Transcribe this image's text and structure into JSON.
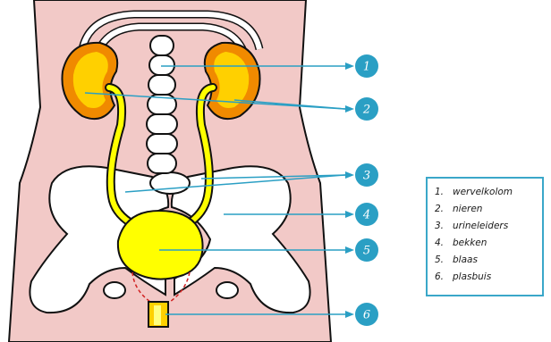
{
  "colors": {
    "skin": "#f2c9c7",
    "outline": "#111111",
    "kidney_outer": "#f08a00",
    "kidney_inner": "#ffd000",
    "urine": "#ffff00",
    "bone": "#ffffff",
    "callout": "#2a9fc4",
    "urethra_dash": "#d02020"
  },
  "callouts": [
    {
      "number": "1",
      "target": "vertebral-column"
    },
    {
      "number": "2",
      "target": "kidneys"
    },
    {
      "number": "3",
      "target": "ureters"
    },
    {
      "number": "4",
      "target": "pelvis"
    },
    {
      "number": "5",
      "target": "bladder"
    },
    {
      "number": "6",
      "target": "urethra"
    }
  ],
  "legend": {
    "items": [
      {
        "number": "1.",
        "text": "wervelkolom"
      },
      {
        "number": "2.",
        "text": "nieren"
      },
      {
        "number": "3.",
        "text": "urineleiders"
      },
      {
        "number": "4.",
        "text": "bekken"
      },
      {
        "number": "5.",
        "text": "blaas"
      },
      {
        "number": "6.",
        "text": "plasbuis"
      }
    ]
  }
}
